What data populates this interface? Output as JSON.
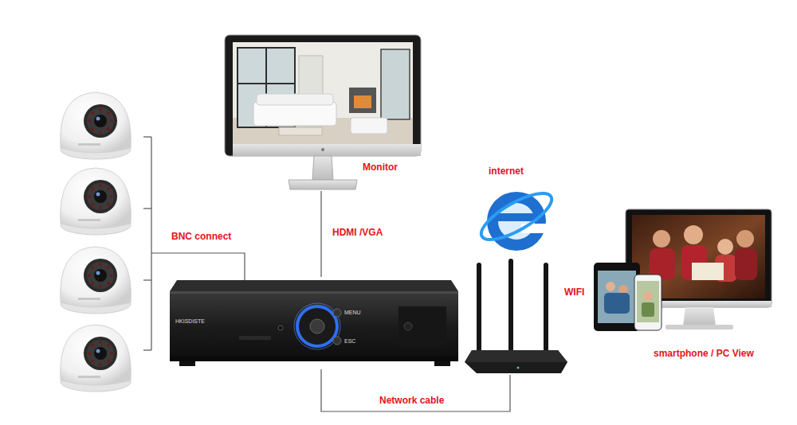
{
  "diagram": {
    "nodes": [
      {
        "text": [
          "Monitor"
        ]
      },
      {
        "text": [
          "internet"
        ]
      },
      {
        "text": [
          "HKISDISTE",
          "MENU",
          "ESC"
        ]
      },
      {
        "text": [
          "smartphone / PC View"
        ]
      }
    ],
    "edges": [
      {
        "from": 2,
        "to": 0,
        "label": "HDMI /VGA",
        "arrow": "none"
      },
      {
        "from": 2,
        "to": 1,
        "label": "Network cable",
        "arrow": "none"
      }
    ],
    "labels": [
      "BNC connect",
      "WIFI"
    ]
  }
}
